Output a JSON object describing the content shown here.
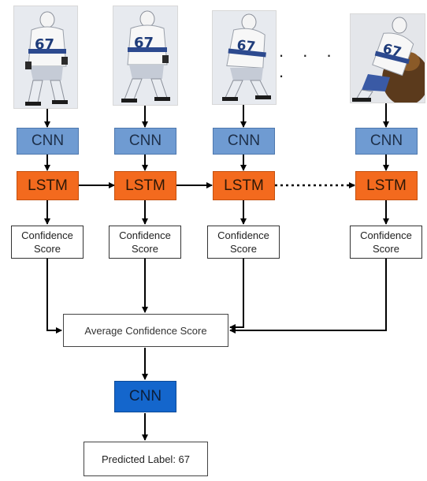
{
  "frames": [
    {
      "jersey_number": "67"
    },
    {
      "jersey_number": "67"
    },
    {
      "jersey_number": "67"
    },
    {
      "jersey_number": "67"
    }
  ],
  "ellipsis": ". . . .",
  "cnn_label": "CNN",
  "lstm_label": "LSTM",
  "confidence_line1": "Confidence",
  "confidence_line2": "Score",
  "average_label": "Average Confidence Score",
  "final_cnn_label": "CNN",
  "predicted_label": "Predicted Label: 67",
  "colors": {
    "cnn": "#6f9bd2",
    "lstm": "#f36a1e",
    "final_cnn": "#1466cc",
    "arrow": "#000000"
  }
}
